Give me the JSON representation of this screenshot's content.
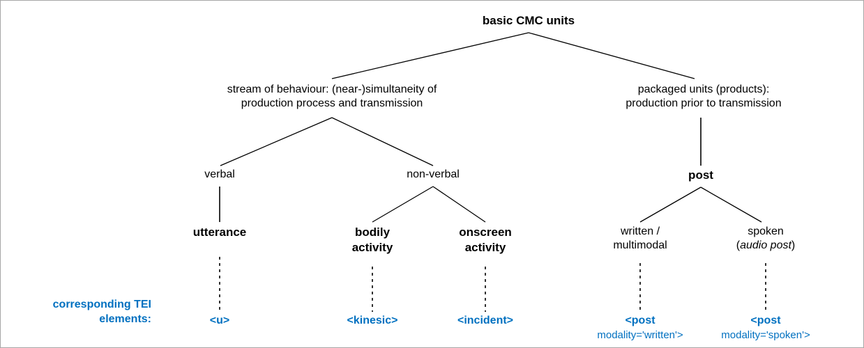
{
  "diagram": {
    "title": "basic CMC units",
    "border_color": "#a6a6a6",
    "line_color": "#000000",
    "tei_color": "#0070c0",
    "nodes": {
      "root": "basic CMC units",
      "stream_line1": "stream of behaviour: (near-)simultaneity of",
      "stream_line2": "production process and transmission",
      "packaged_line1": "packaged units (products):",
      "packaged_line2": "production prior to transmission",
      "verbal": "verbal",
      "non_verbal": "non-verbal",
      "post": "post",
      "utterance": "utterance",
      "bodily_line1": "bodily",
      "bodily_line2": "activity",
      "onscreen_line1": "onscreen",
      "onscreen_line2": "activity",
      "written_line1": "written /",
      "written_line2": "multimodal",
      "spoken_line1": "spoken",
      "spoken_line2_open": "(",
      "spoken_line2_italic": "audio post",
      "spoken_line2_close": ")"
    },
    "tei": {
      "caption_line1": "corresponding TEI",
      "caption_line2": "elements:",
      "u": "<u>",
      "kinesic": "<kinesic>",
      "incident": "<incident>",
      "post_written_line1": "<post",
      "post_written_line2": "modality='written'>",
      "post_spoken_line1": "<post",
      "post_spoken_line2": "modality='spoken'>"
    }
  }
}
